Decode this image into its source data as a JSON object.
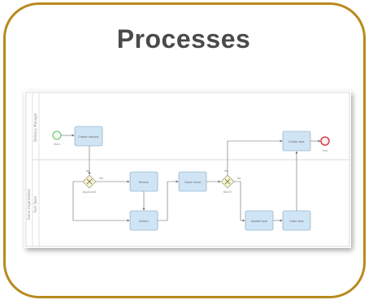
{
  "card": {
    "title": "Processes",
    "border_color": "#b88a1e"
  },
  "diagram": {
    "pool_label": "Some Organization",
    "lanes": [
      {
        "label": "Delivery Manager"
      },
      {
        "label": "Tech Team"
      }
    ],
    "events": {
      "start_label": "Start",
      "end_label": "End"
    },
    "tasks": [
      {
        "id": "t1",
        "label": "Create request"
      },
      {
        "id": "t2",
        "label": "Review"
      },
      {
        "id": "t3",
        "label": "Deliver"
      },
      {
        "id": "t4",
        "label": "Check result"
      },
      {
        "id": "t5",
        "label": "Create task"
      },
      {
        "id": "t6",
        "label": "Update task"
      },
      {
        "id": "t7",
        "label": "Close task"
      }
    ],
    "gateways": [
      {
        "id": "g1",
        "label": "Approved?",
        "yes": "Yes",
        "no": "No"
      },
      {
        "id": "g2",
        "label": "Done?",
        "yes": "Yes",
        "no": "No"
      }
    ],
    "colors": {
      "task_fill": "#cfe4f5",
      "task_stroke": "#7f9fb8",
      "gateway_fill": "#f7f3c8",
      "start_stroke": "#5bbf5b",
      "end_stroke": "#d9434f",
      "lane_border": "#cfcfcf"
    }
  }
}
